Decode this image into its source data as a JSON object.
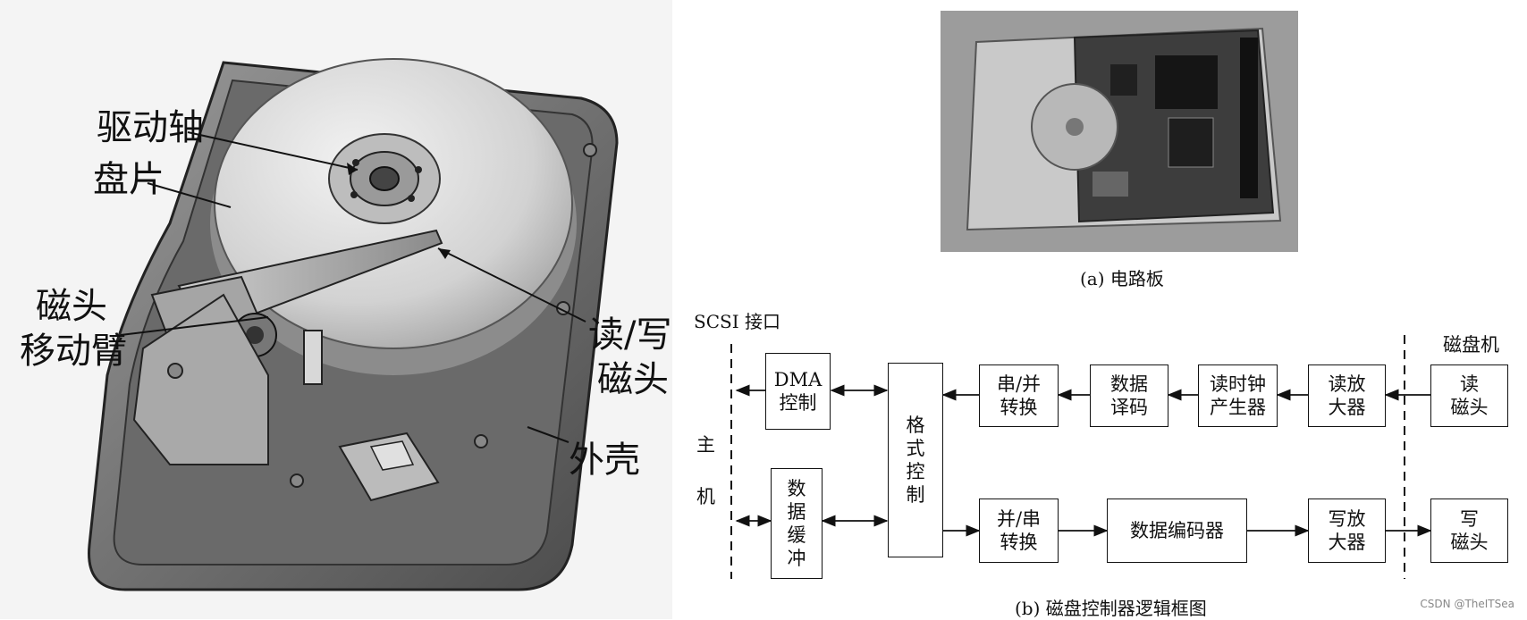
{
  "hdd": {
    "labels": {
      "spindle": "驱动轴",
      "platter": "盘片",
      "head_arm_1": "磁头",
      "head_arm_2": "移动臂",
      "rw_head_1": "读/写",
      "rw_head_2": "磁头",
      "case": "外壳"
    }
  },
  "photo": {
    "caption": "(a) 电路板"
  },
  "controller": {
    "interface_label": "SCSI 接口",
    "drive_label": "磁盘机",
    "host_label": [
      "主",
      "机"
    ],
    "blocks": {
      "dma": "DMA\n控制",
      "buffer": "数\n据\n缓\n冲",
      "format": "格\n式\n控\n制",
      "ser_par": "串/并\n转换",
      "decode": "数据\n译码",
      "clock": "读时钟\n产生器",
      "read_amp": "读放\n大器",
      "read_head": "读\n磁头",
      "par_ser": "并/串\n转换",
      "encoder": "数据编码器",
      "write_amp": "写放\n大器",
      "write_head": "写\n磁头"
    },
    "caption": "(b) 磁盘控制器逻辑框图"
  },
  "watermark": "CSDN @TheITSea"
}
